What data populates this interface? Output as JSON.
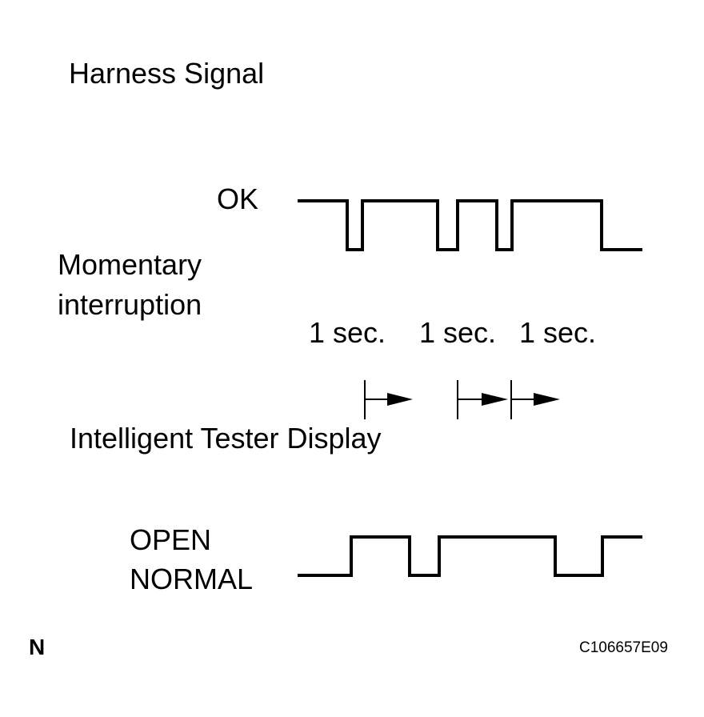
{
  "labels": {
    "harness_title": "Harness Signal",
    "ok": "OK",
    "momentary": "Momentary\ninterruption",
    "duration_1": "1 sec.",
    "duration_2": "1 sec.",
    "duration_3": "1 sec.",
    "tester_title": "Intelligent Tester Display",
    "open": "OPEN",
    "normal": "NORMAL",
    "corner_code": "N",
    "figure_code": "C106657E09"
  },
  "signals": {
    "harness": [
      "OK",
      "interrupt",
      "OK",
      "OK",
      "interrupt",
      "OK",
      "interrupt",
      "OK",
      "OK",
      "interrupt"
    ],
    "tester": [
      "NORMAL",
      "OPEN",
      "NORMAL",
      "OPEN",
      "OPEN",
      "NORMAL",
      "OPEN"
    ]
  }
}
